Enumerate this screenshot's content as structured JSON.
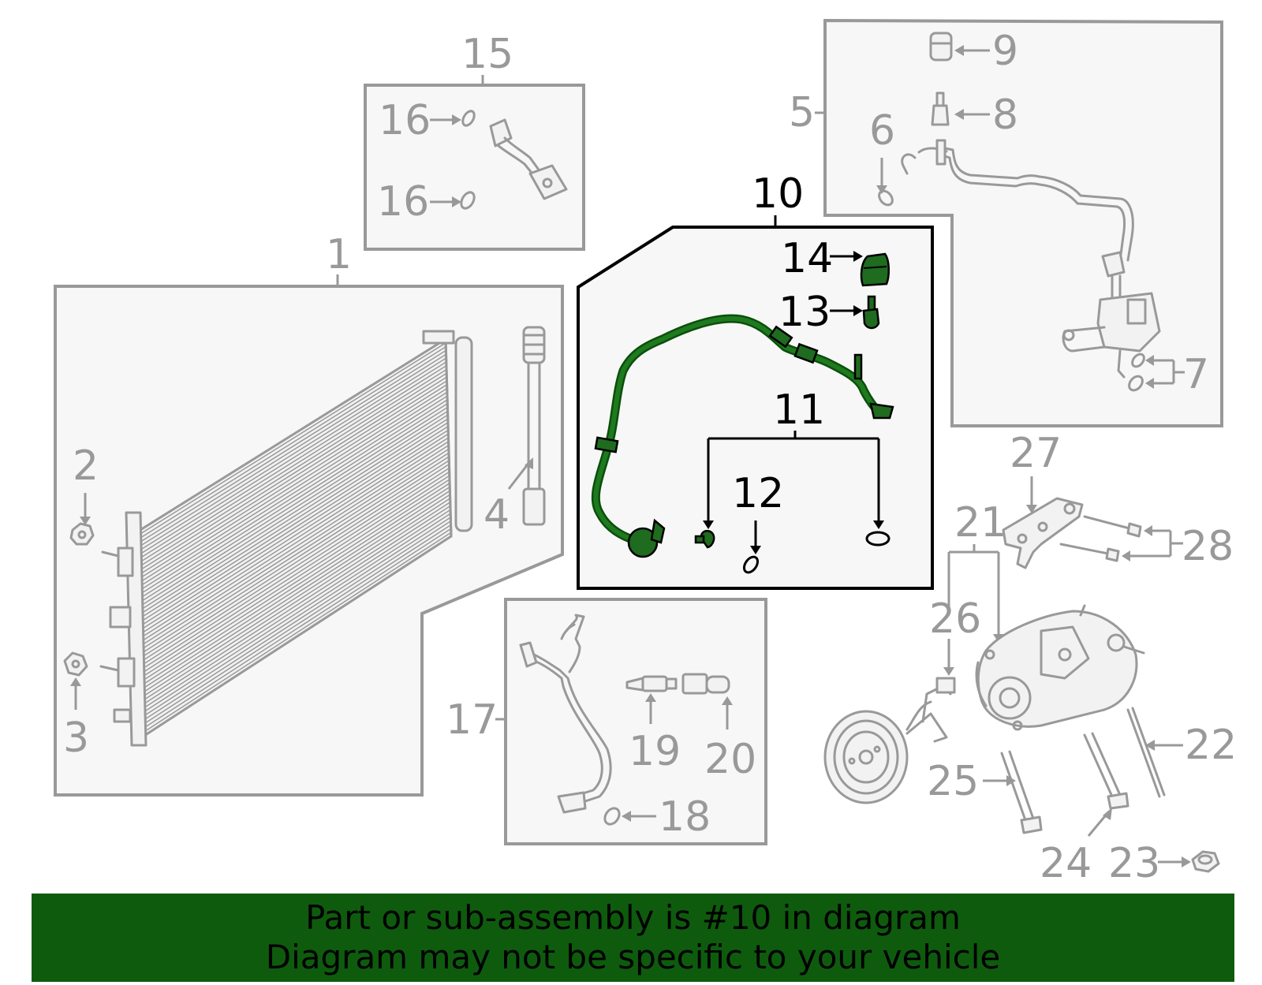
{
  "callouts": {
    "c1": "1",
    "c2": "2",
    "c3": "3",
    "c4": "4",
    "c5": "5",
    "c6": "6",
    "c7": "7",
    "c8": "8",
    "c9": "9",
    "c10": "10",
    "c11": "11",
    "c12": "12",
    "c13": "13",
    "c14": "14",
    "c15": "15",
    "c16a": "16",
    "c16b": "16",
    "c17": "17",
    "c18": "18",
    "c19": "19",
    "c20": "20",
    "c21": "21",
    "c22": "22",
    "c23": "23",
    "c24": "24",
    "c25": "25",
    "c26": "26",
    "c27": "27",
    "c28": "28"
  },
  "banner": {
    "line1": "Part or sub-assembly is #10 in diagram",
    "line2": "Diagram may not be specific to your vehicle"
  },
  "colors": {
    "highlight": "#1f6b1f",
    "banner_background": "#0e5b0e",
    "part_outline": "#999999"
  }
}
